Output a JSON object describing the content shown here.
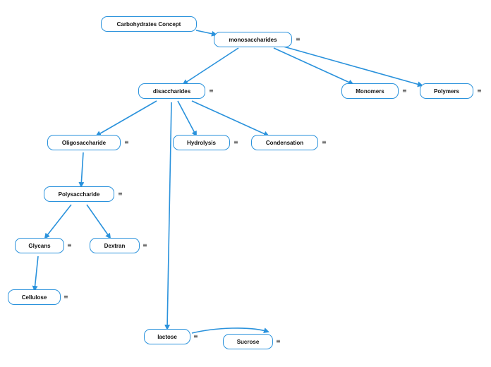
{
  "diagram": {
    "edge_color": "#2a92dc",
    "menu_glyph": "≡",
    "nodes": {
      "carbohydrates_concept": "Carbohydrates Concept",
      "monosaccharides": "monosaccharides",
      "disaccharides": "disaccharides",
      "monomers": "Monomers",
      "polymers": "Polymers",
      "oligosaccharide": "Oligosaccharide",
      "hydrolysis": "Hydrolysis",
      "condensation": "Condensation",
      "polysaccharide": "Polysaccharide",
      "glycans": "Glycans",
      "dextran": "Dextran",
      "cellulose": "Cellulose",
      "lactose": "lactose",
      "sucrose": "Sucrose"
    }
  }
}
